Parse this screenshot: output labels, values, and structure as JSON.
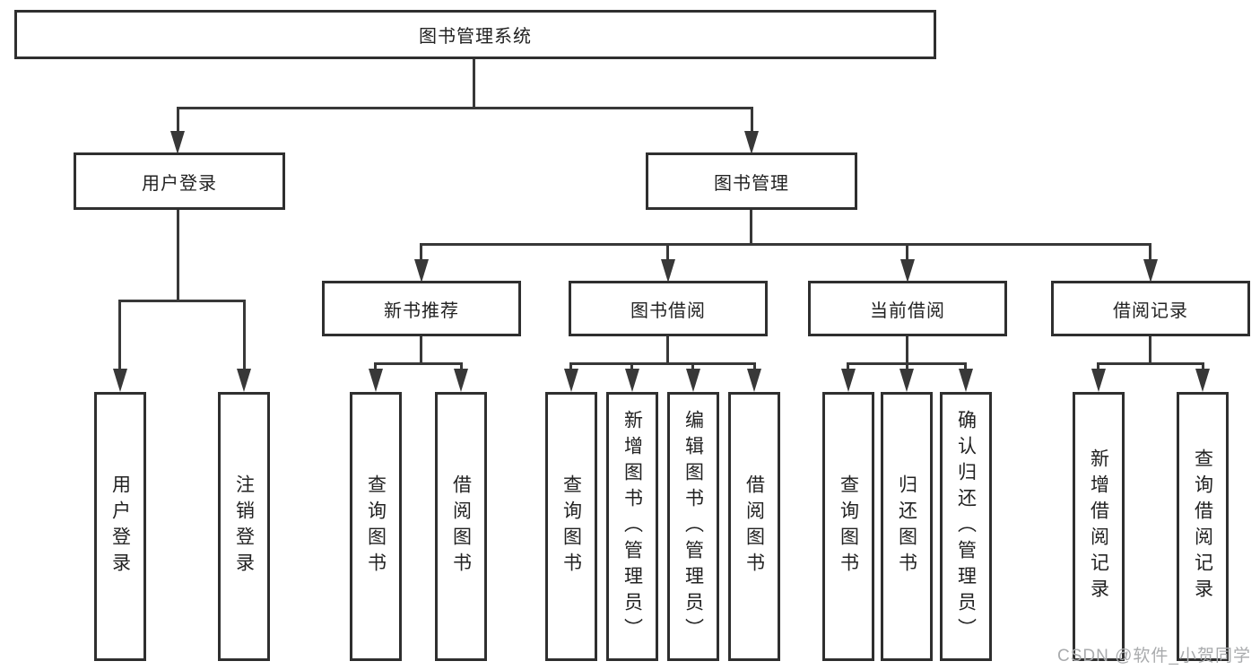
{
  "diagram": {
    "root": "图书管理系统",
    "level2": [
      "用户登录",
      "图书管理"
    ],
    "level3": [
      "新书推荐",
      "图书借阅",
      "当前借阅",
      "借阅记录"
    ],
    "leaves": [
      "用户登录",
      "注销登录",
      "查询图书",
      "借阅图书",
      "查询图书",
      "新增图书（管理员）",
      "编辑图书（管理员）",
      "借阅图书",
      "查询图书",
      "归还图书",
      "确认归还（管理员）",
      "新增借阅记录",
      "查询借阅记录"
    ]
  },
  "watermark": "CSDN @软件_小贺同学",
  "colors": {
    "line": "#383838",
    "box_border": "#2f2f2f",
    "text": "#222222",
    "watermark_text": "#a9abad",
    "background": "#ffffff"
  }
}
